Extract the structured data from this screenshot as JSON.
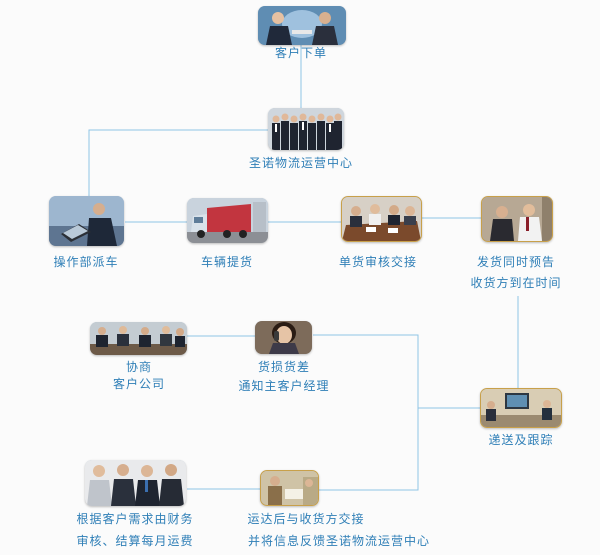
{
  "colors": {
    "connector": "#8fc4e6",
    "label": "#2f7fb7",
    "background": "#fbfbfb"
  },
  "nodes": {
    "order": {
      "label": "客户下单",
      "photo": "business-handshake-photo"
    },
    "center": {
      "label": "圣诺物流运营中心",
      "photo": "staff-group-photo"
    },
    "dispatch": {
      "label": "操作部派车",
      "photo": "laptop-operator-photo"
    },
    "pickup": {
      "label": "车辆提货",
      "photo": "truck-photo"
    },
    "review": {
      "label": "单货审核交接",
      "photo": "meeting-table-photo"
    },
    "notify": {
      "line1": "发货同时预告",
      "line2": "收货方到在时间",
      "photo": "office-discussion-photo"
    },
    "negotiate": {
      "line1": "协商",
      "line2": "客户公司",
      "photo": "team-meeting-photo"
    },
    "damage": {
      "line1": "货损货差",
      "line2": "通知主客户经理",
      "photo": "phone-call-photo"
    },
    "tracking": {
      "label": "递送及跟踪",
      "photo": "monitor-desk-photo"
    },
    "billing": {
      "line1": "根据客户需求由财务",
      "line2": "审核、结算每月运费",
      "photo": "business-group-photo"
    },
    "delivery": {
      "line1": "运达后与收货方交接",
      "line2": "并将信息反馈圣诺物流运营中心",
      "photo": "handover-documents-photo"
    }
  }
}
